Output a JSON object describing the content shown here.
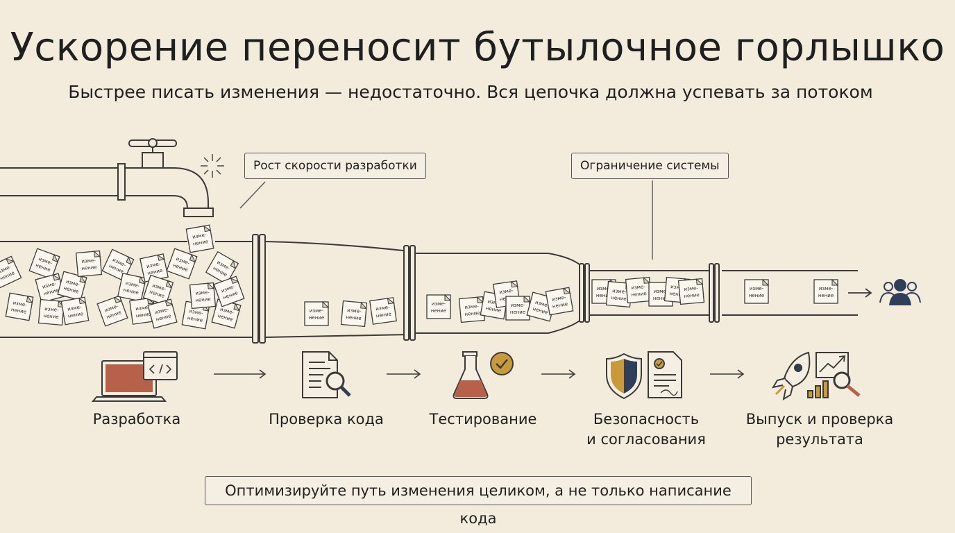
{
  "title": "Ускорение переносит бутылочное горлышко",
  "subtitle": "Быстрее писать изменения — недостаточно. Вся цепочка должна успевать за потоком",
  "callouts": {
    "speed": "Рост скорости разработки",
    "limit": "Ограничение системы"
  },
  "doc_label": [
    "изме-",
    "нение"
  ],
  "stages": [
    {
      "line1": "Разработка",
      "line2": "",
      "icon": "laptop-code-icon"
    },
    {
      "line1": "Проверка кода",
      "line2": "",
      "icon": "document-magnifier-icon"
    },
    {
      "line1": "Тестирование",
      "line2": "",
      "icon": "flask-check-icon"
    },
    {
      "line1": "Безопасность",
      "line2": "и согласования",
      "icon": "shield-document-icon"
    },
    {
      "line1": "Выпуск и проверка",
      "line2": "результата",
      "icon": "rocket-chart-icon"
    }
  ],
  "footer": "Оптимизируйте путь изменения целиком, а не только написание кода",
  "colors": {
    "background": "#f3ecdd",
    "terracotta": "#b8614a",
    "navy": "#2f3f5a",
    "gold": "#c89a3c",
    "outline": "#3a3a3a"
  }
}
